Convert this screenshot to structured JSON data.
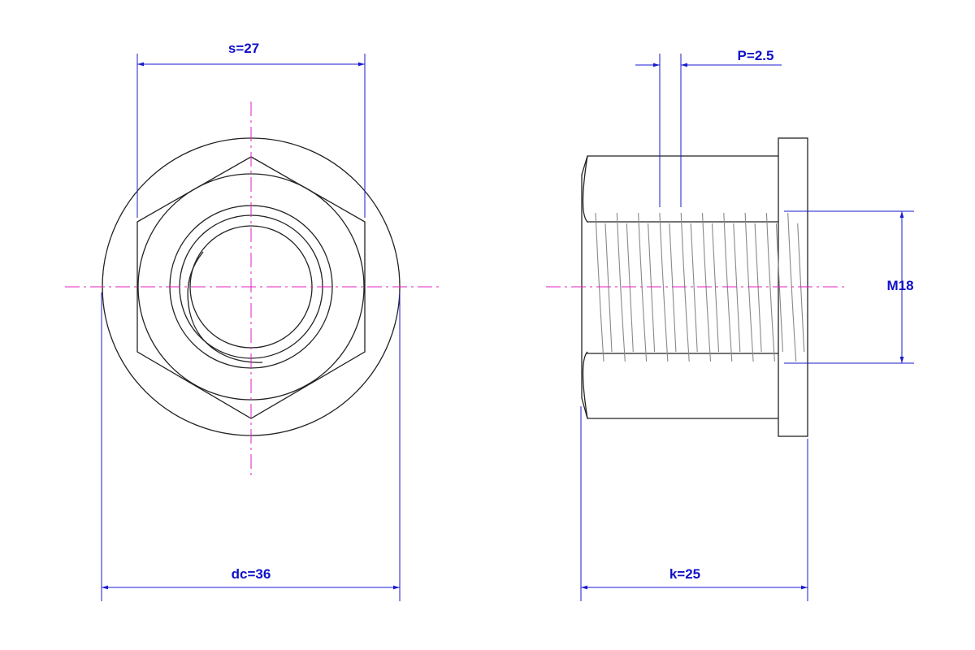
{
  "drawing": {
    "front_view": {
      "s_label": "s=27",
      "dc_label": "dc=36"
    },
    "side_view": {
      "pitch_label": "P=2.5",
      "thread_label": "M18",
      "k_label": "k=25",
      "thread_pitches_shown": 10
    },
    "colors": {
      "outline": "#222222",
      "dimension": "#1a1ad0",
      "centerline": "#e020c0",
      "thread": "#888888"
    }
  }
}
